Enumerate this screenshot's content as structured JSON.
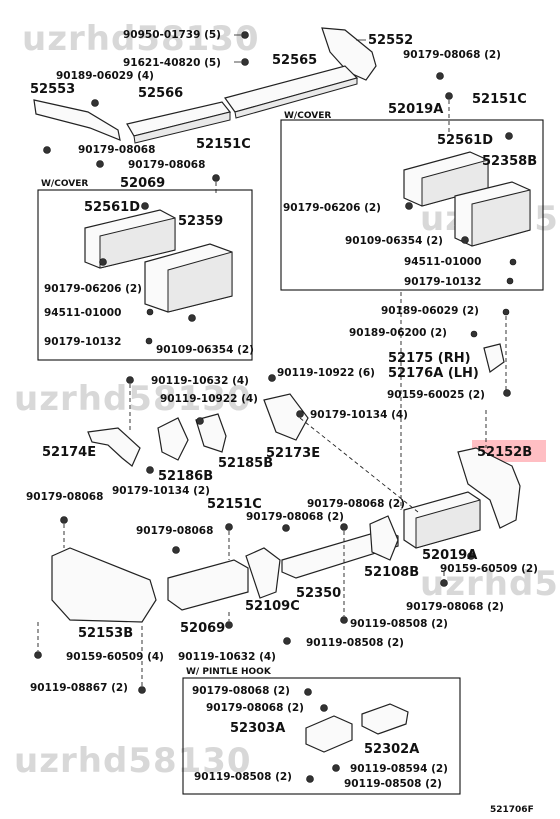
{
  "watermark": "uzrhd58130",
  "figure_code": "521706F",
  "boxes": {
    "left_cover": "W/COVER",
    "right_cover": "W/COVER",
    "pintle": "W/ PINTLE HOOK"
  },
  "highlight_part": "52152B",
  "labels": {
    "p90950_01739": "90950-01739 (5)",
    "p52552": "52552",
    "p91621_40820": "91621-40820 (5)",
    "p52565": "52565",
    "p90179_08068_2a": "90179-08068 (2)",
    "p90189_06029_4": "90189-06029 (4)",
    "p52553": "52553",
    "p52566": "52566",
    "p52151C_a": "52151C",
    "p52019A_a": "52019A",
    "p52561D_r": "52561D",
    "p52358B": "52358B",
    "p90179_08068_a": "90179-08068",
    "p52151C_b": "52151C",
    "p90179_08068_b": "90179-08068",
    "p52069_a": "52069",
    "p52561D_l": "52561D",
    "p52359": "52359",
    "p90179_06206_2r": "90179-06206 (2)",
    "p90109_06354_2r": "90109-06354 (2)",
    "p94511_01000_r": "94511-01000",
    "p90179_10132_r": "90179-10132",
    "p90179_06206_2l": "90179-06206 (2)",
    "p94511_01000_l": "94511-01000",
    "p90179_10132_l": "90179-10132",
    "p90109_06354_2l": "90109-06354 (2)",
    "p90189_06029_2": "90189-06029 (2)",
    "p90189_06200_2": "90189-06200 (2)",
    "p52175": "52175 (RH)",
    "p52176A": "52176A (LH)",
    "p90119_10632_4a": "90119-10632 (4)",
    "p90119_10922_6": "90119-10922 (6)",
    "p90119_10922_4": "90119-10922 (4)",
    "p90179_10134_4": "90179-10134 (4)",
    "p90159_60025_2": "90159-60025 (2)",
    "p52174E": "52174E",
    "p52173E": "52173E",
    "p52152B": "52152B",
    "p52186B": "52186B",
    "p52185B": "52185B",
    "p90179_08068_c": "90179-08068",
    "p90179_10134_2": "90179-10134 (2)",
    "p52151C_c": "52151C",
    "p90179_08068_2b": "90179-08068 (2)",
    "p90179_08068_d": "90179-08068",
    "p90179_08068_2c": "90179-08068 (2)",
    "p52019A_b": "52019A",
    "p52108B": "52108B",
    "p90159_60509_2": "90159-60509 (2)",
    "p52350": "52350",
    "p52109C": "52109C",
    "p90179_08068_2d": "90179-08068 (2)",
    "p52069_b": "52069",
    "p90119_08508_2a": "90119-08508 (2)",
    "p52153B": "52153B",
    "p90119_08508_2b": "90119-08508 (2)",
    "p90159_60509_4": "90159-60509 (4)",
    "p90119_10632_4b": "90119-10632 (4)",
    "p90119_08867_2": "90119-08867 (2)",
    "p90179_08068_2e": "90179-08068 (2)",
    "p90179_08068_2f": "90179-08068 (2)",
    "p52303A": "52303A",
    "p52302A": "52302A",
    "p90119_08594_2": "90119-08594 (2)",
    "p90119_08508_2c": "90119-08508 (2)",
    "p90119_08508_2d": "90119-08508 (2)"
  }
}
